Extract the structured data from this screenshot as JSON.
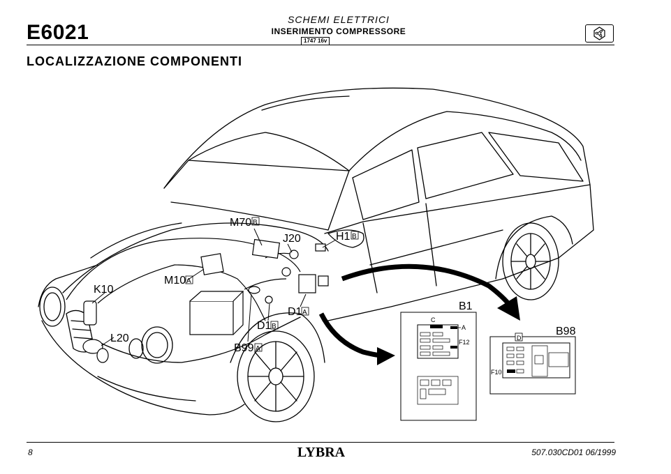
{
  "header": {
    "code": "E6021",
    "title": "SCHEMI ELETTRICI",
    "subtitle": "INSERIMENTO COMPRESSORE",
    "model_code": "1747 16v",
    "section": "LOCALIZZAZIONE COMPONENTI",
    "icon": "fan-icon"
  },
  "labels": {
    "m70": "M70",
    "m70_tag": "B",
    "j20": "J20",
    "h1": "H1",
    "h1_tag": "B",
    "m10": "M10",
    "m10_tag": "A",
    "k10": "K10",
    "d1a": "D1",
    "d1a_tag": "A",
    "d1b": "D1",
    "d1b_tag": "B",
    "l20": "L20",
    "b99": "B99",
    "b99_tag": "A",
    "b1": "B1",
    "b98": "B98"
  },
  "detail_b1": {
    "c": "C",
    "a": "A",
    "f12": "F12"
  },
  "detail_b98": {
    "d": "D",
    "f10": "F10"
  },
  "footer": {
    "page": "8",
    "brand": "LYBRA",
    "docref": "507.030CD01   06/1999"
  }
}
